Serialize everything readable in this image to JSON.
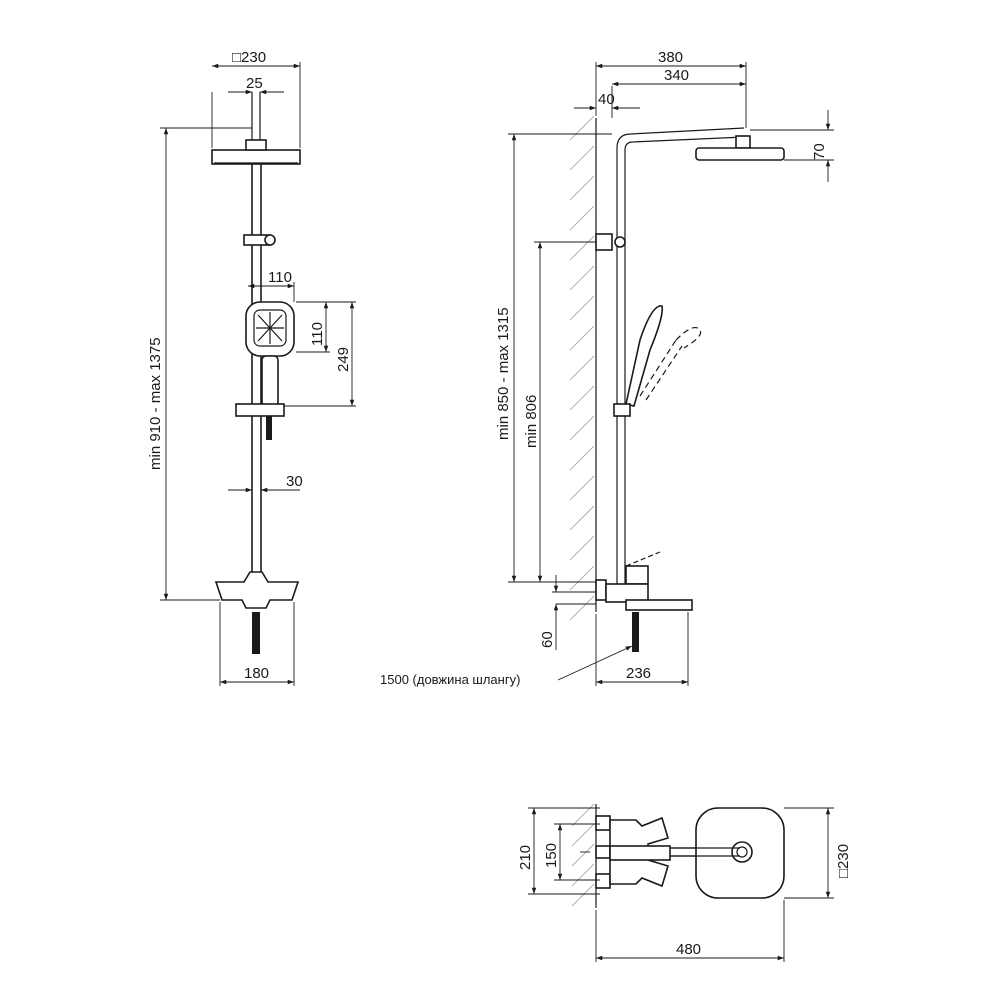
{
  "front_view": {
    "head_width": "□230",
    "arm_width": "25",
    "height_range": "min 910 - max 1375",
    "hand_shower_width": "110",
    "hand_shower_head": "110",
    "hand_shower_length": "249",
    "rail_offset": "30",
    "mixer_width": "180"
  },
  "side_view": {
    "total_reach": "380",
    "arm_reach": "340",
    "wall_gap": "40",
    "head_height": "70",
    "height_range": "min 850 - max 1315",
    "min_holder_height": "min 806",
    "spout_height": "60",
    "spout_reach": "236",
    "hose_length": "1500 (довжина шлангу)"
  },
  "top_view": {
    "eccentric_width": "210",
    "connection_spacing": "150",
    "head_size": "□230",
    "total_depth": "480"
  }
}
